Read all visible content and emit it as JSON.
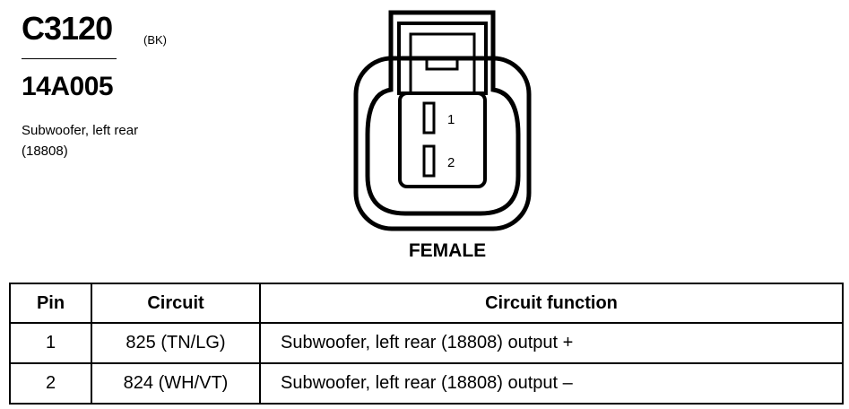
{
  "connector": {
    "id": "C3120",
    "color_code": "(BK)",
    "part_number": "14A005",
    "description_line1": "Subwoofer, left rear",
    "description_line2": "(18808)",
    "gender": "FEMALE",
    "pin_labels": [
      "1",
      "2"
    ]
  },
  "table": {
    "headers": [
      "Pin",
      "Circuit",
      "Circuit function"
    ],
    "rows": [
      {
        "pin": "1",
        "circuit": "825 (TN/LG)",
        "function": "Subwoofer, left rear (18808) output +"
      },
      {
        "pin": "2",
        "circuit": "824 (WH/VT)",
        "function": "Subwoofer, left rear (18808) output –"
      }
    ]
  }
}
